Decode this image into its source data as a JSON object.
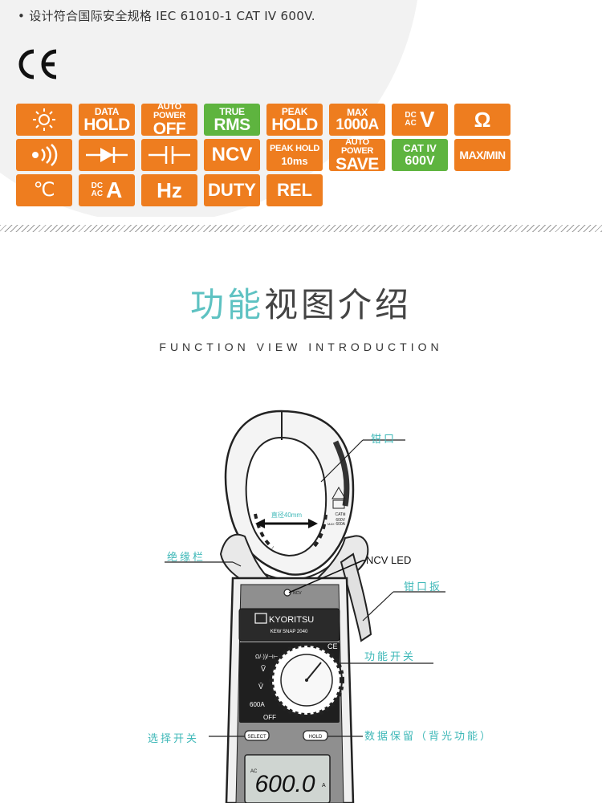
{
  "spec": {
    "bullet": "•",
    "safety_text": "设计符合国际安全规格 IEC 61010-1 CAT IV 600V.",
    "ce_mark": "CE"
  },
  "badges": [
    {
      "name": "backlight",
      "color": "#ee7d1f",
      "icon": "sun-icon",
      "lines": []
    },
    {
      "name": "data-hold",
      "color": "#ee7d1f",
      "lines": [
        "DATA",
        "HOLD"
      ]
    },
    {
      "name": "auto-power-off",
      "color": "#ee7d1f",
      "lines": [
        "AUTO POWER",
        "OFF"
      ]
    },
    {
      "name": "true-rms",
      "color": "#5eb43f",
      "lines": [
        "TRUE",
        "RMS"
      ]
    },
    {
      "name": "peak-hold",
      "color": "#ee7d1f",
      "lines": [
        "PEAK",
        "HOLD"
      ]
    },
    {
      "name": "max-1000a",
      "color": "#ee7d1f",
      "lines": [
        "MAX",
        "1000A"
      ]
    },
    {
      "name": "dcac-v",
      "color": "#ee7d1f",
      "lines": [
        "DC",
        "AC",
        "V"
      ]
    },
    {
      "name": "ohm",
      "color": "#ee7d1f",
      "lines": [
        "Ω"
      ]
    },
    {
      "name": "continuity",
      "color": "#ee7d1f",
      "icon": "buzzer-icon",
      "lines": []
    },
    {
      "name": "diode",
      "color": "#ee7d1f",
      "icon": "diode-icon",
      "lines": []
    },
    {
      "name": "capacitance",
      "color": "#ee7d1f",
      "icon": "capacitor-icon",
      "lines": []
    },
    {
      "name": "ncv",
      "color": "#ee7d1f",
      "lines": [
        "NCV"
      ]
    },
    {
      "name": "peak-hold-10ms",
      "color": "#ee7d1f",
      "lines": [
        "PEAK HOLD",
        "10ms"
      ]
    },
    {
      "name": "auto-power-save",
      "color": "#ee7d1f",
      "lines": [
        "AUTO POWER",
        "SAVE"
      ]
    },
    {
      "name": "cat-iv-600v",
      "color": "#5eb43f",
      "lines": [
        "CAT IV",
        "600V"
      ]
    },
    {
      "name": "max-min",
      "color": "#ee7d1f",
      "lines": [
        "MAX/MIN"
      ]
    },
    {
      "name": "temperature",
      "color": "#ee7d1f",
      "lines": [
        "℃"
      ]
    },
    {
      "name": "dcac-a",
      "color": "#ee7d1f",
      "lines": [
        "DC",
        "AC",
        "A"
      ]
    },
    {
      "name": "hz",
      "color": "#ee7d1f",
      "lines": [
        "Hz"
      ]
    },
    {
      "name": "duty",
      "color": "#ee7d1f",
      "lines": [
        "DUTY"
      ]
    },
    {
      "name": "rel",
      "color": "#ee7d1f",
      "lines": [
        "REL"
      ]
    }
  ],
  "section": {
    "title_accent": "功能",
    "title_rest": "视图介绍",
    "subtitle": "FUNCTION VIEW INTRODUCTION",
    "accent_color": "#5ec2c2"
  },
  "callouts": {
    "jaw": "钳口",
    "insulation": "绝缘栏",
    "ncv_led": "NCV LED",
    "trigger": "钳口扳",
    "function_switch": "功能开关",
    "select": "选择开关",
    "hold": "数据保留（背光功能）"
  },
  "device": {
    "jaw_diameter": "直径40mm",
    "cat_label": "CATⅢ",
    "cat_600v": "600V",
    "cat_600a": "600A",
    "cat_max": "MAX",
    "ncv_label": "NCV",
    "brand": "KYORITSU",
    "model": "KEW SNAP 2040",
    "ce": "CE",
    "dial_ohm": "Ω/·))/⊣⊢",
    "dial_v_ac": "Ṽ",
    "dial_v_dc": "V̄",
    "dial_600a": "600A",
    "dial_off": "OFF",
    "select_btn": "SELECT",
    "hold_btn": "HOLD",
    "lcd_value": "600.0",
    "lcd_unit": "A",
    "lcd_mode": "AC"
  }
}
